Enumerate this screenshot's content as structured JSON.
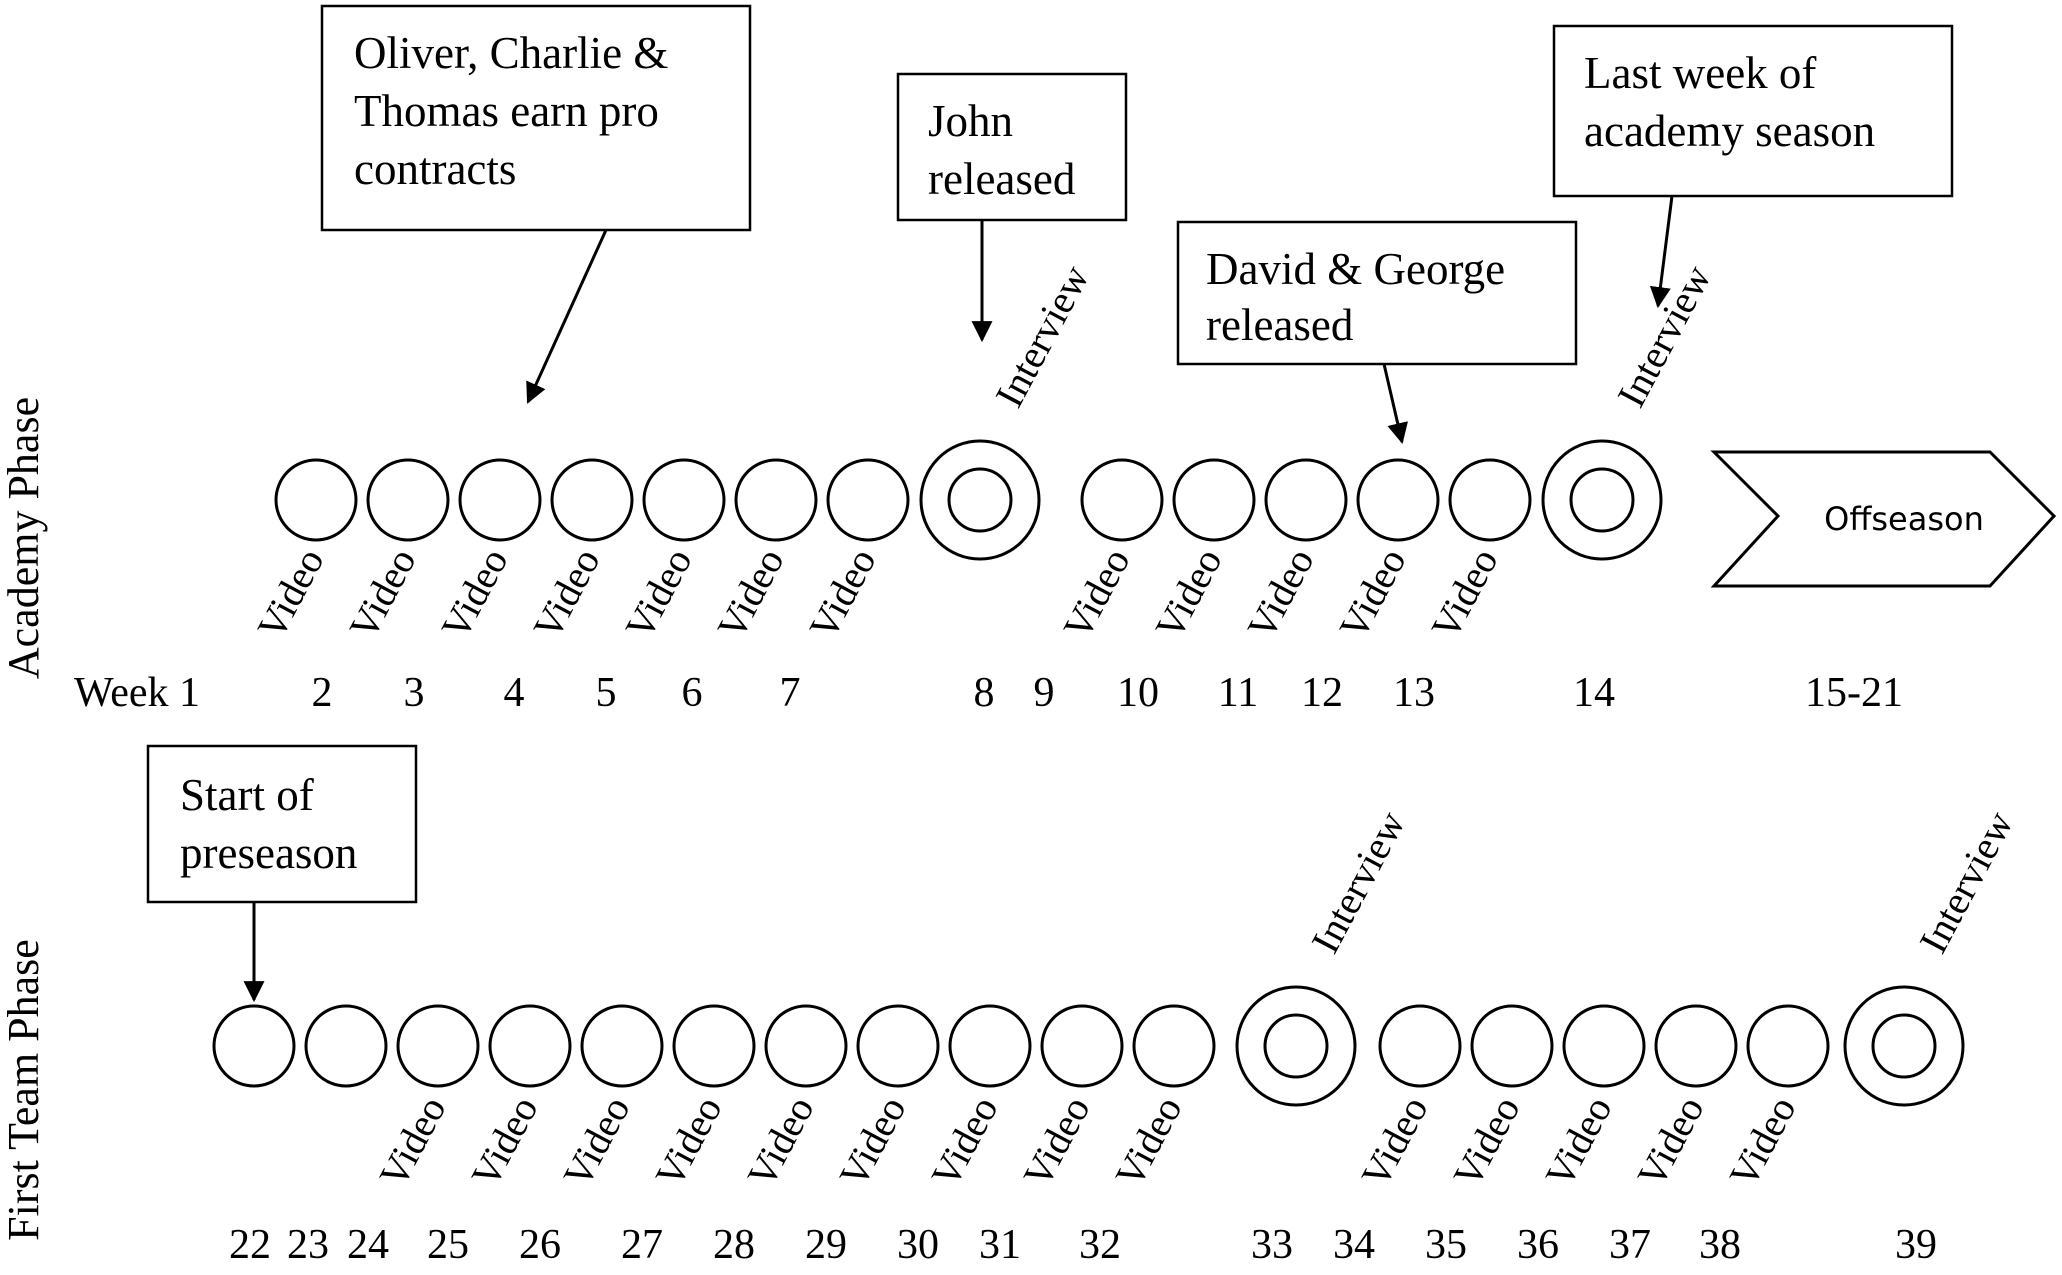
{
  "phases": {
    "academy": "Academy Phase",
    "first_team": "First Team Phase"
  },
  "labels": {
    "video": "Video",
    "interview": "Interview",
    "offseason": "Offseason"
  },
  "academy_weeks": [
    "Week 1",
    "2",
    "3",
    "4",
    "5",
    "6",
    "7",
    "8",
    "9",
    "10",
    "11",
    "12",
    "13",
    "14",
    "15-21"
  ],
  "first_team_weeks": [
    "22",
    "23",
    "24",
    "25",
    "26",
    "27",
    "28",
    "29",
    "30",
    "31",
    "32",
    "33",
    "34",
    "35",
    "36",
    "37",
    "38",
    "39"
  ],
  "callouts": {
    "pro_contracts": [
      "Oliver, Charlie &",
      "Thomas earn pro",
      "contracts"
    ],
    "john_released": [
      "John",
      "released"
    ],
    "david_george_released": [
      "David & George",
      "released"
    ],
    "last_week": [
      "Last week of",
      "academy season"
    ],
    "start_preseason": [
      "Start of",
      "preseason"
    ]
  }
}
